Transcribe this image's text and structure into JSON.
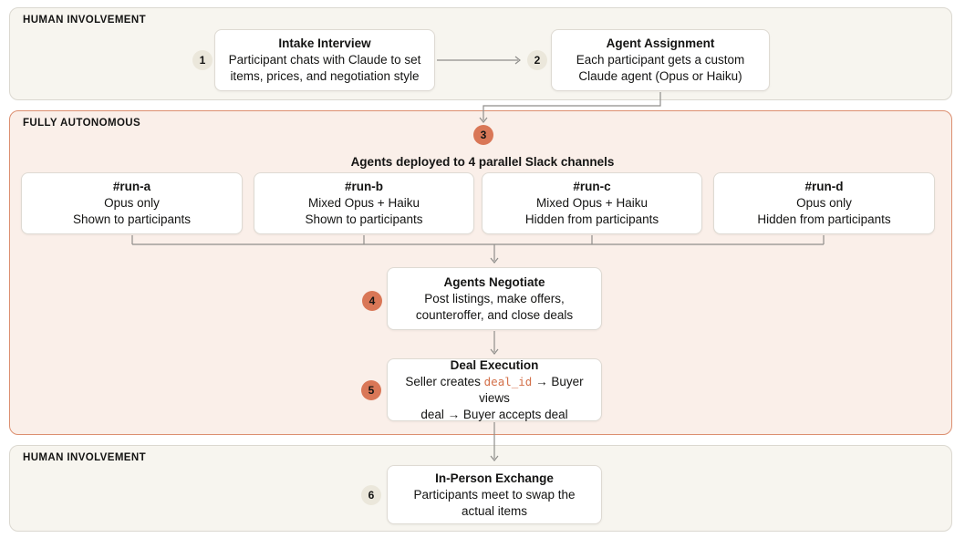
{
  "sections": {
    "top": {
      "label": "HUMAN INVOLVEMENT"
    },
    "auto": {
      "label": "FULLY AUTONOMOUS"
    },
    "bottom": {
      "label": "HUMAN INVOLVEMENT"
    }
  },
  "steps": {
    "intake": {
      "num": "1",
      "title": "Intake Interview",
      "body": "Participant chats with Claude to set\nitems, prices, and negotiation style"
    },
    "assignment": {
      "num": "2",
      "title": "Agent Assignment",
      "body": "Each participant gets a custom\nClaude agent (Opus or Haiku)"
    },
    "deploy": {
      "num": "3",
      "heading": "Agents deployed to 4 parallel Slack channels"
    },
    "negotiate": {
      "num": "4",
      "title": "Agents Negotiate",
      "body": "Post listings, make offers,\ncounteroffer, and close deals"
    },
    "execution": {
      "num": "5",
      "title": "Deal Execution",
      "body_pre": "Seller creates ",
      "body_code": "deal_id",
      "body_post": " → Buyer views\ndeal → Buyer accepts deal"
    },
    "exchange": {
      "num": "6",
      "title": "In-Person Exchange",
      "body": "Participants meet to swap the\nactual items"
    }
  },
  "run_channels": [
    {
      "name": "#run-a",
      "line1": "Opus only",
      "line2": "Shown to participants"
    },
    {
      "name": "#run-b",
      "line1": "Mixed Opus + Haiku",
      "line2": "Shown to participants"
    },
    {
      "name": "#run-c",
      "line1": "Mixed Opus + Haiku",
      "line2": "Hidden from participants"
    },
    {
      "name": "#run-d",
      "line1": "Opus only",
      "line2": "Hidden from participants"
    }
  ],
  "colors": {
    "accent_orange": "#D97757",
    "badge_beige": "#EBE7DB",
    "section_cream": "#F7F5EF",
    "section_pink": "#FAEFE9",
    "pink_border": "#DC8F70",
    "code_orange": "#D3704A",
    "line_gray": "#8F8E8B",
    "text": "#141413"
  }
}
